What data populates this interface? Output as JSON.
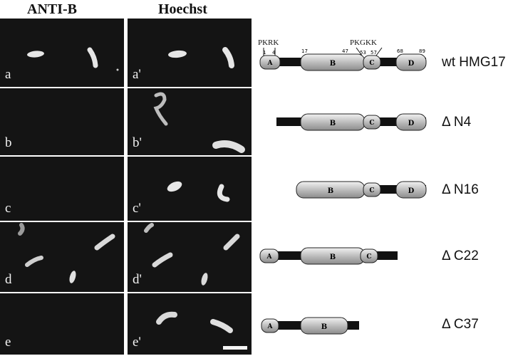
{
  "headers": {
    "left": "ANTI-B",
    "right": "Hoechst"
  },
  "panels": [
    {
      "label": "a"
    },
    {
      "label": "a'"
    },
    {
      "label": "b"
    },
    {
      "label": "b'"
    },
    {
      "label": "c"
    },
    {
      "label": "c'"
    },
    {
      "label": "d"
    },
    {
      "label": "d'"
    },
    {
      "label": "e"
    },
    {
      "label": "e'"
    }
  ],
  "sites": {
    "n_terminal": "PKRK",
    "middle": "PKGKK"
  },
  "constructs": [
    {
      "label": "wt HMG17"
    },
    {
      "label": "Δ N4"
    },
    {
      "label": "Δ N16"
    },
    {
      "label": "Δ C22"
    },
    {
      "label": "Δ C37"
    }
  ],
  "residue_numbers": [
    "1",
    "4",
    "17",
    "47",
    "53",
    "57",
    "68",
    "89"
  ],
  "domain_letters": [
    "A",
    "B",
    "C",
    "D"
  ]
}
